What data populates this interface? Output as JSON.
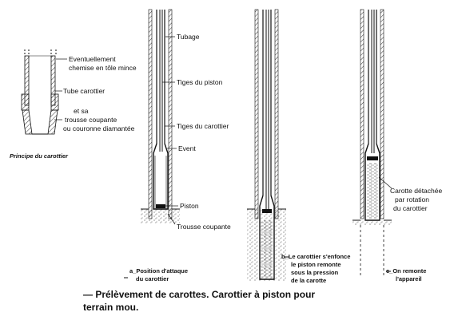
{
  "colors": {
    "ink": "#111111",
    "paper": "#ffffff",
    "hatch": "#333333"
  },
  "principle": {
    "label_1": "Eventuellement",
    "label_2": "chemise en tôle mince",
    "label_3": "Tube carottier",
    "label_4": "et sa",
    "label_5": "trousse coupante",
    "label_6": "ou couronne diamantée",
    "title": "Principe du carottier"
  },
  "stage_a": {
    "labels": {
      "tubage": "Tubage",
      "tiges_piston": "Tiges du piston",
      "tiges_carottier": "Tiges du carottier",
      "event": "Event",
      "piston": "Piston",
      "trousse": "Trousse coupante"
    },
    "caption_1": "a_Position d'attaque",
    "caption_2": "du carottier"
  },
  "stage_b": {
    "caption_1": "b_Le carottier s'enfonce",
    "caption_2": "le piston remonte",
    "caption_3": "sous la pression",
    "caption_4": "de la carotte"
  },
  "stage_c": {
    "labels": {
      "carotte_1": "Carotte détachée",
      "carotte_2": "par rotation",
      "carotte_3": "du carottier"
    },
    "caption_1": "c_On remonte",
    "caption_2": "l'appareil"
  },
  "figure_caption": {
    "line_1": "— Prélèvement de carottes. Carottier à piston pour",
    "line_2": "terrain mou."
  }
}
